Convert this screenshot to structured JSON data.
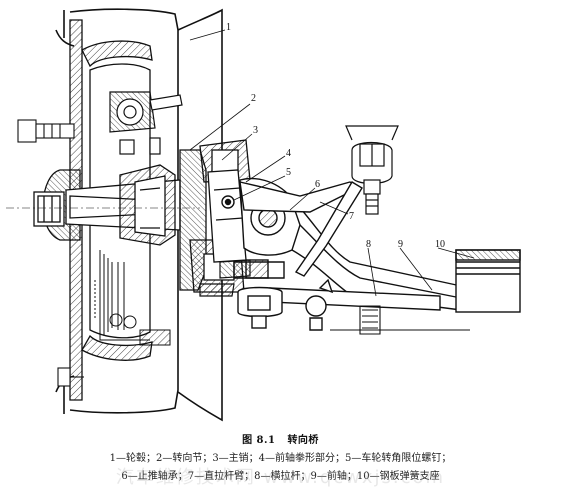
{
  "figure": {
    "number": "图 8.1",
    "title": "转向桥",
    "callouts": [
      "1",
      "2",
      "3",
      "4",
      "5",
      "6",
      "7",
      "8",
      "9",
      "10"
    ]
  },
  "legend": {
    "line1": "1—轮毂；2—转向节；3—主销；4—前轴拳形部分；5—车轮转角限位螺钉；",
    "line2": "6—止推轴承；7—直拉杆臂；8—横拉杆；9—前轴；10—钢板弹簧支座"
  },
  "watermark": "汽车维修技术网 www.qcwxjs.com"
}
